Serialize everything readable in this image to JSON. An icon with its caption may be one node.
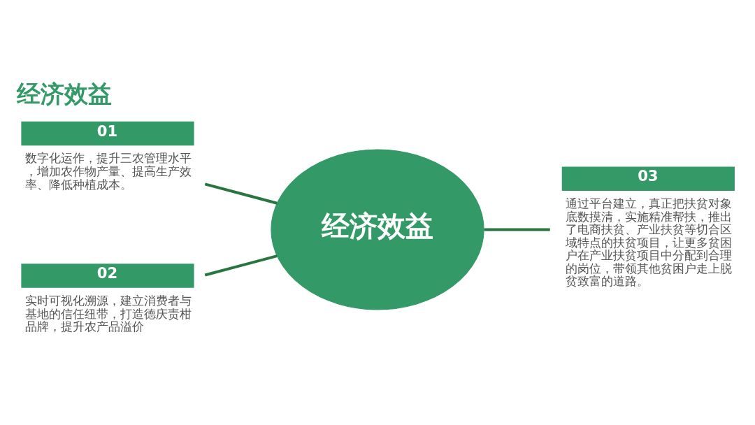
{
  "diagram": {
    "title": "经济效益",
    "nodes": [
      {
        "text": [
          "经济效益"
        ]
      },
      {
        "text": [
          "01"
        ],
        "beside": [
          "数字化运作，提升三农管理水平，增加农作物产量、提高生产效率、降低种植成本。"
        ]
      },
      {
        "text": [
          "02"
        ],
        "beside": [
          "实时可视化溯源，建立消费者与基地的信任纽带，打造德庆责柑品牌，提升农产品溢价"
        ]
      },
      {
        "text": [
          "03"
        ],
        "beside": [
          "通过平台建立，真正把扶贫对象底数摸清，实施精准帮扶，推出了电商扶贫、产业扶贫等切合区域特点的扶贫项目，让更多贫困户在产业扶贫项目中分配到合理的岗位，带领其他贫困户走上脱贫致富的道路。"
        ]
      }
    ],
    "edges": [
      {
        "from": 1,
        "to": 0,
        "arrow": "none"
      },
      {
        "from": 2,
        "to": 0,
        "arrow": "none"
      },
      {
        "from": 0,
        "to": 3,
        "arrow": "none"
      }
    ]
  }
}
